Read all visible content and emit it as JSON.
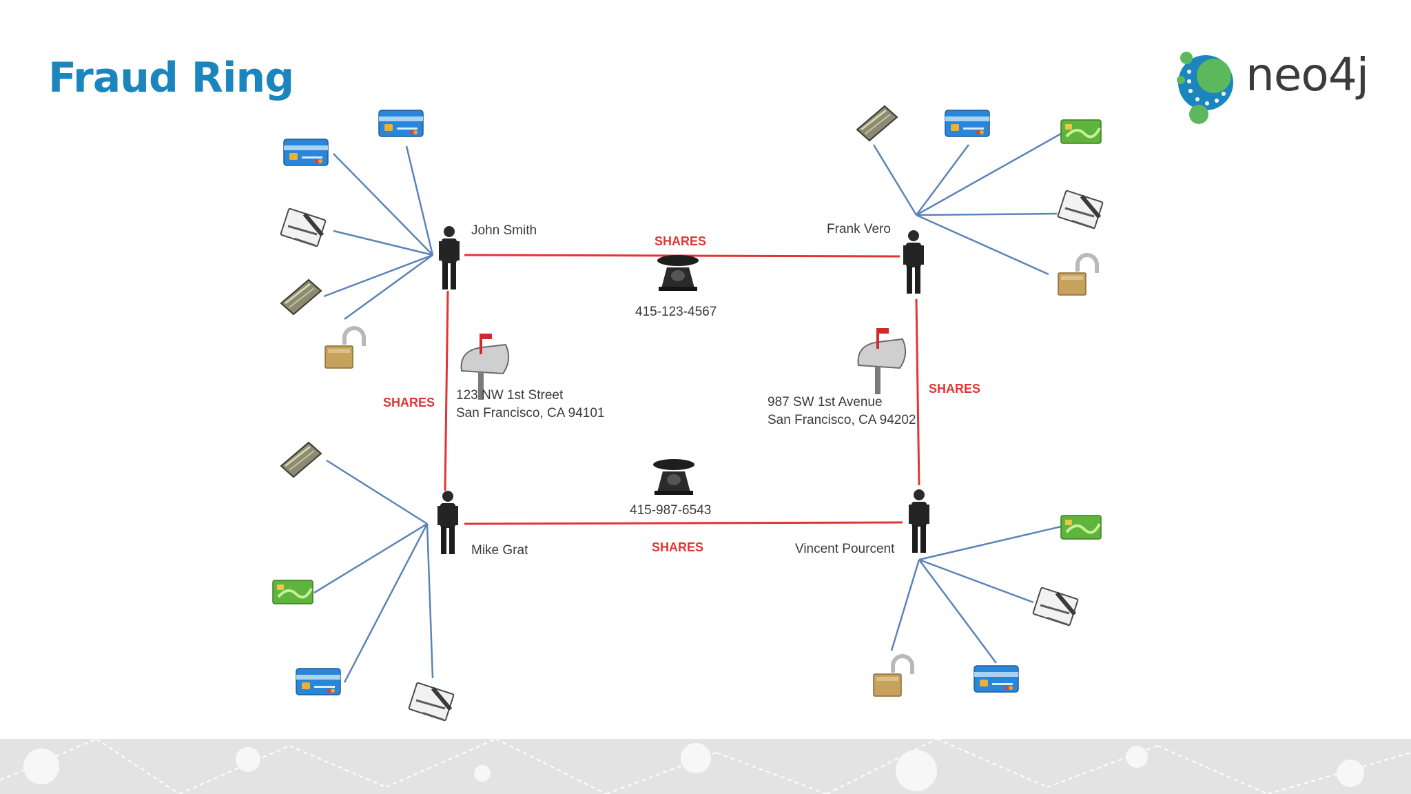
{
  "slide": {
    "title": "Fraud Ring",
    "logo_text": "neo4j"
  },
  "people": {
    "john": "John Smith",
    "frank": "Frank Vero",
    "mike": "Mike Grat",
    "vincent": "Vincent Pourcent"
  },
  "relationships": {
    "top": "SHARES",
    "left": "SHARES",
    "right": "SHARES",
    "bottom": "SHARES"
  },
  "phones": {
    "top": "415-123-4567",
    "bottom": "415-987-6543"
  },
  "addresses": {
    "left_line1": "123 NW 1st Street",
    "left_line2": "San Francisco, CA 94101",
    "right_line1": "987 SW 1st Avenue",
    "right_line2": "San Francisco, CA 94202"
  },
  "icons": {
    "credit_card": "credit-card-icon",
    "green_card": "green-card-icon",
    "check": "check-icon",
    "loan": "loan-document-icon",
    "lock": "padlock-icon",
    "person": "person-icon",
    "phone": "telephone-icon",
    "mailbox": "mailbox-icon"
  },
  "colors": {
    "title": "#1b86bd",
    "shares_edge": "#e23434",
    "account_edge": "#5b83b8",
    "logo_green": "#5cb85c",
    "logo_blue": "#1b86bd"
  }
}
